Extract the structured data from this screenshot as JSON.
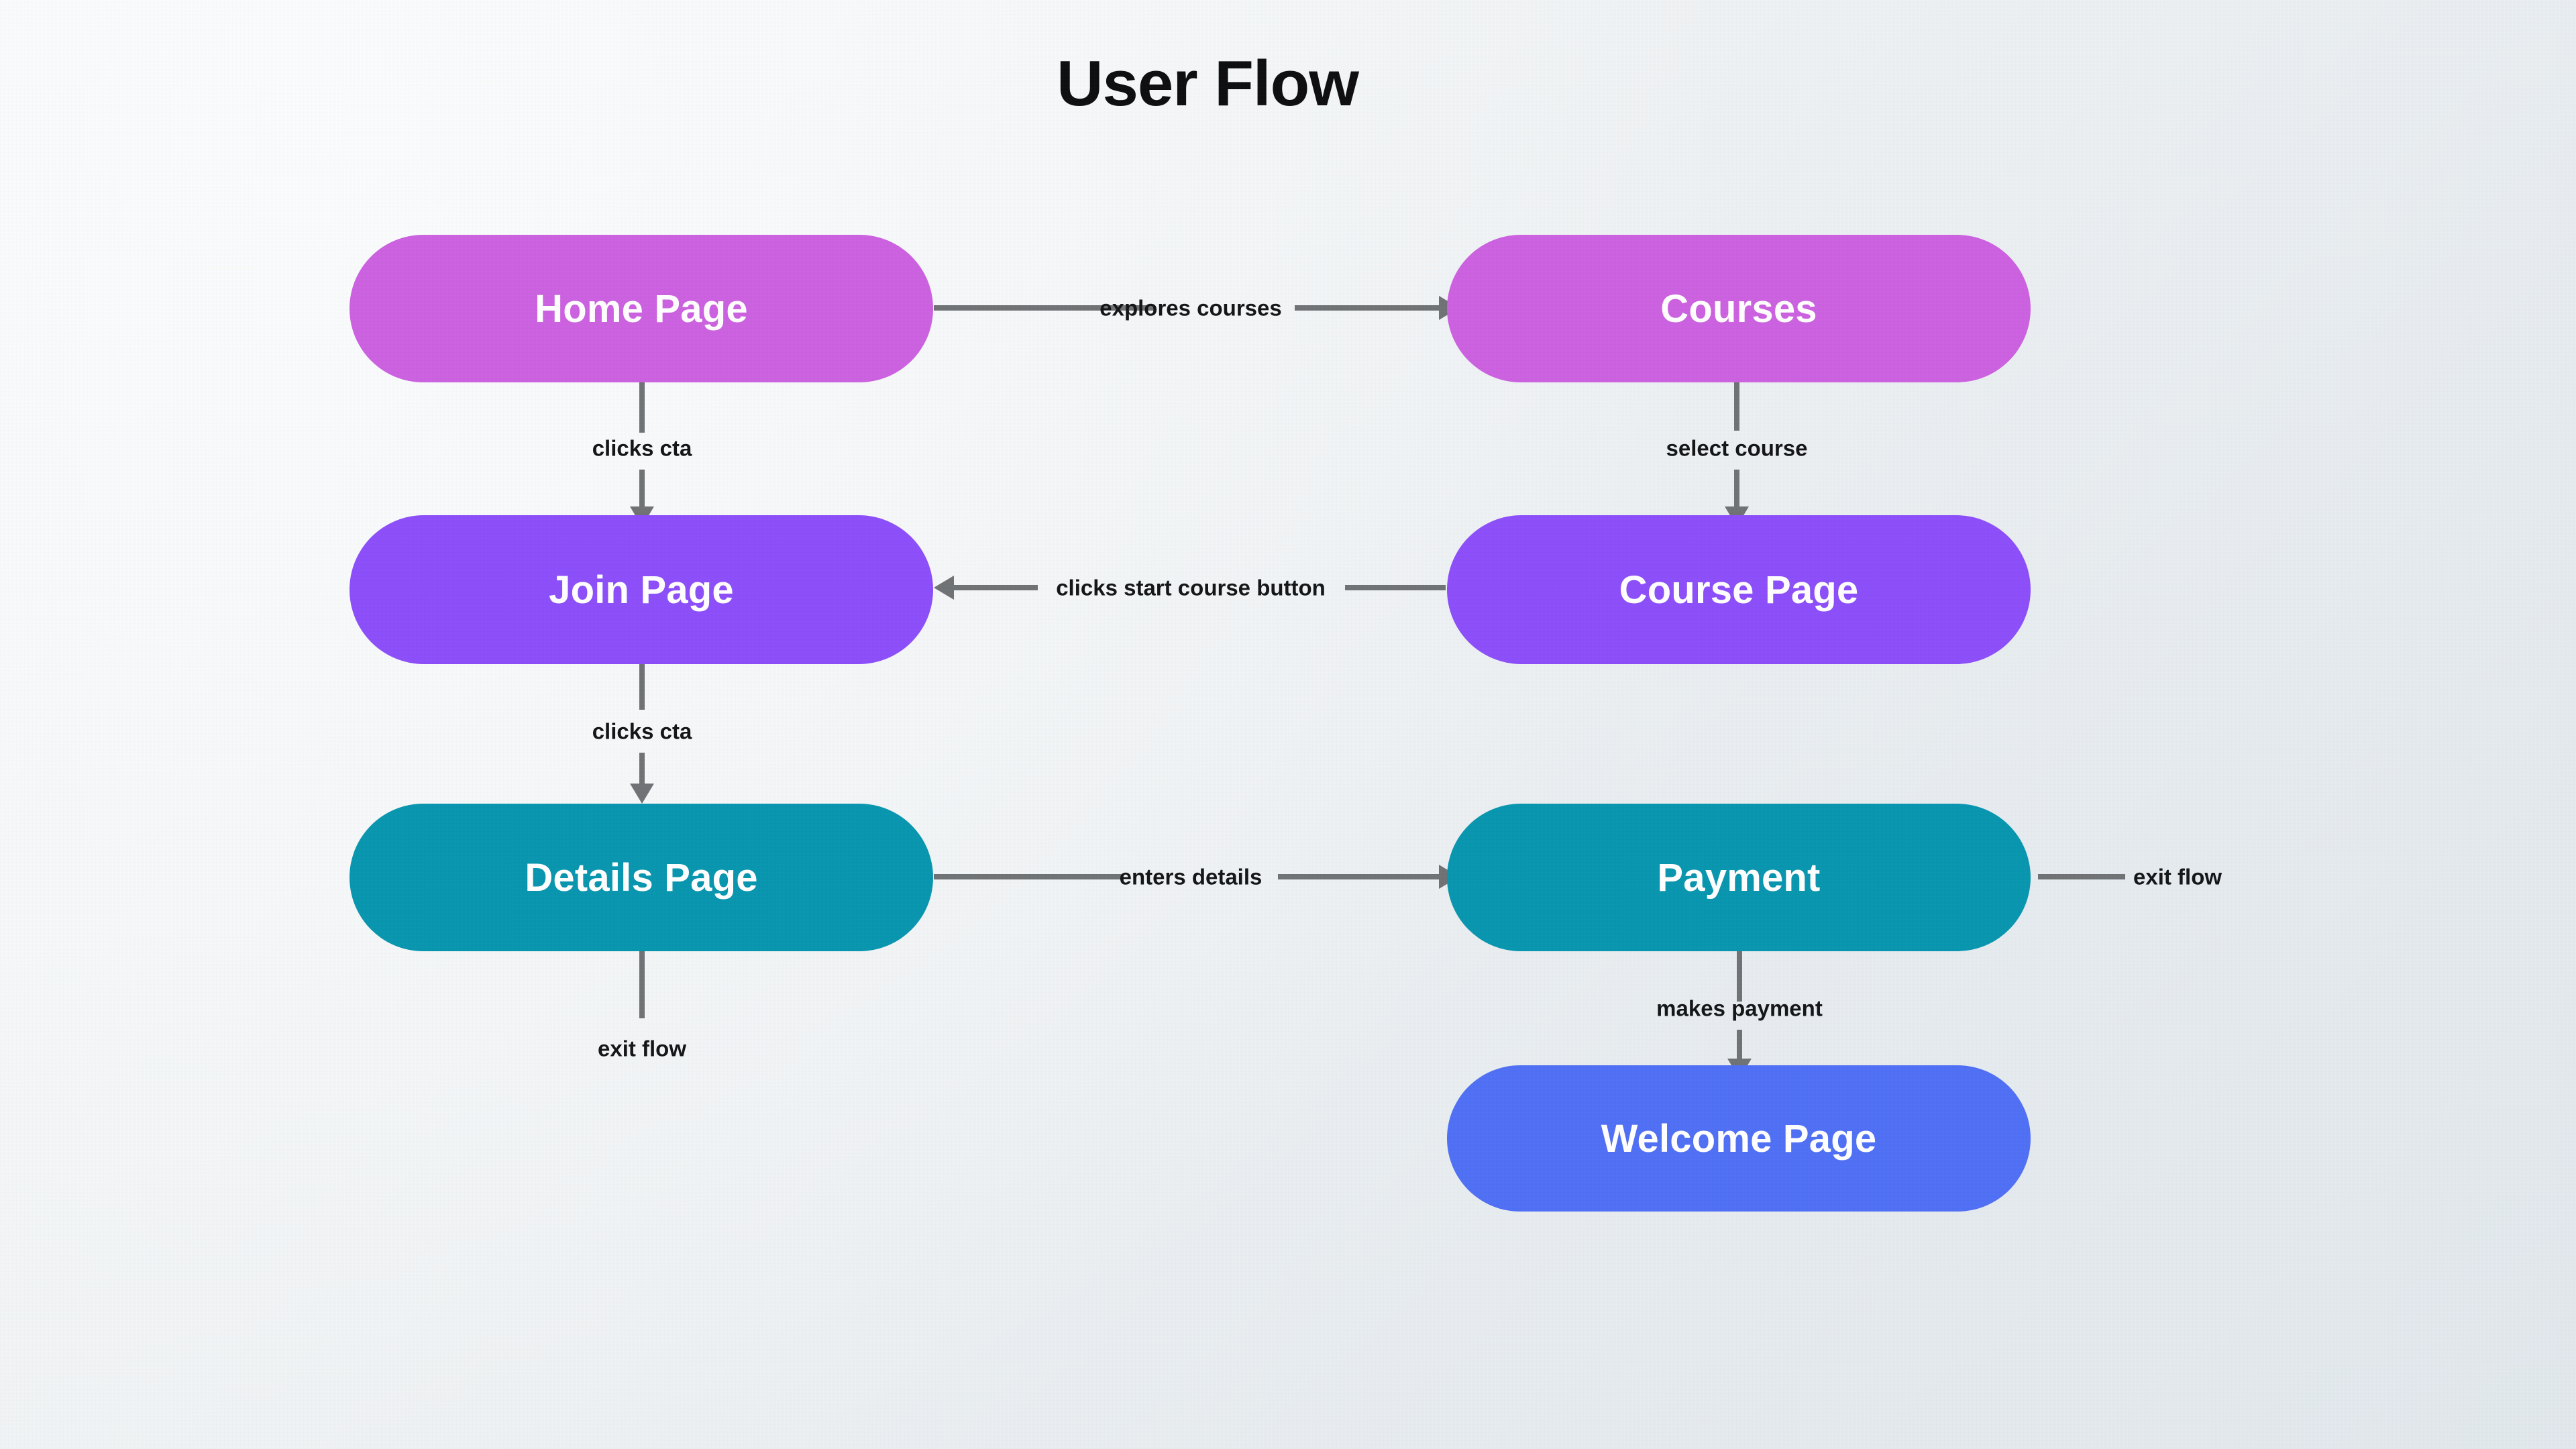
{
  "title": "User Flow",
  "theme": {
    "background_from": "#f8f9fa",
    "background_to": "#e2e8ec",
    "edge_color": "#6e7173",
    "edge_label_color": "#111214",
    "node_text_color": "#ffffff",
    "title_color": "#0b0b0d"
  },
  "nodes": [
    {
      "id": "home-page",
      "label": "Home Page",
      "color": "#cc5fe0",
      "column": "left",
      "row": 1
    },
    {
      "id": "courses",
      "label": "Courses",
      "color": "#cc5fe0",
      "column": "right",
      "row": 1
    },
    {
      "id": "join-page",
      "label": "Join Page",
      "color": "#8b4cfa",
      "column": "left",
      "row": 2
    },
    {
      "id": "course-page",
      "label": "Course Page",
      "color": "#8b4cfa",
      "column": "right",
      "row": 2
    },
    {
      "id": "details-page",
      "label": "Details Page",
      "color": "#0595ae",
      "column": "left",
      "row": 3
    },
    {
      "id": "payment",
      "label": "Payment",
      "color": "#0595ae",
      "column": "right",
      "row": 3
    },
    {
      "id": "welcome-page",
      "label": "Welcome Page",
      "color": "#4e6ef5",
      "column": "right",
      "row": 4
    }
  ],
  "edges": [
    {
      "id": "home-to-courses",
      "label": "explores courses",
      "from": "home-page",
      "to": "courses",
      "direction": "right",
      "arrow": true
    },
    {
      "id": "home-to-join",
      "label": "clicks cta",
      "from": "home-page",
      "to": "join-page",
      "direction": "down",
      "arrow": true
    },
    {
      "id": "courses-to-course-page",
      "label": "select course",
      "from": "courses",
      "to": "course-page",
      "direction": "down",
      "arrow": true
    },
    {
      "id": "course-page-to-join",
      "label": "clicks start course button",
      "from": "course-page",
      "to": "join-page",
      "direction": "left",
      "arrow": true
    },
    {
      "id": "join-to-details",
      "label": "clicks cta",
      "from": "join-page",
      "to": "details-page",
      "direction": "down",
      "arrow": true
    },
    {
      "id": "details-to-payment",
      "label": "enters details",
      "from": "details-page",
      "to": "payment",
      "direction": "right",
      "arrow": true
    },
    {
      "id": "details-exit",
      "label": "exit flow",
      "from": "details-page",
      "to": null,
      "direction": "down",
      "arrow": false
    },
    {
      "id": "payment-exit",
      "label": "exit flow",
      "from": "payment",
      "to": null,
      "direction": "right",
      "arrow": false
    },
    {
      "id": "payment-to-welcome",
      "label": "makes payment",
      "from": "payment",
      "to": "welcome-page",
      "direction": "down",
      "arrow": true
    }
  ]
}
